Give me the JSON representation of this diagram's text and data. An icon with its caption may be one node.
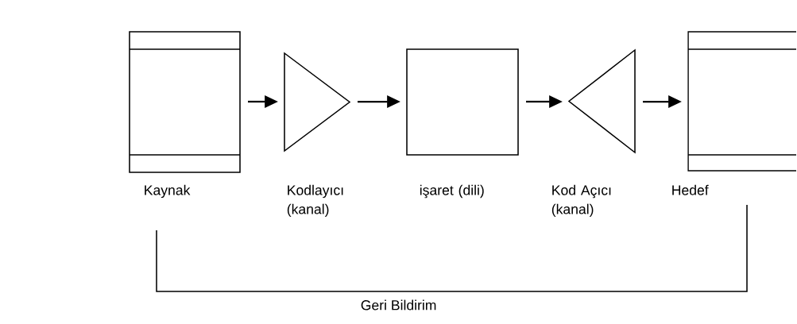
{
  "diagram": {
    "nodes": [
      {
        "text": [
          "Kaynak"
        ]
      },
      {
        "text": [
          "Kodlayıcı (kanal)"
        ]
      },
      {
        "text": [
          "işaret (dili)"
        ]
      },
      {
        "text": [
          "Kod Açıcı (kanal)"
        ]
      },
      {
        "text": [
          "Hedef"
        ]
      }
    ],
    "edges": [
      {
        "from": 0,
        "to": 1,
        "arrow": "to"
      },
      {
        "from": 1,
        "to": 2,
        "arrow": "to"
      },
      {
        "from": 2,
        "to": 3,
        "arrow": "to"
      },
      {
        "from": 3,
        "to": 4,
        "arrow": "to"
      },
      {
        "from": 0,
        "to": 4,
        "arrow": "none",
        "label": "Geri Bildirim"
      }
    ]
  }
}
